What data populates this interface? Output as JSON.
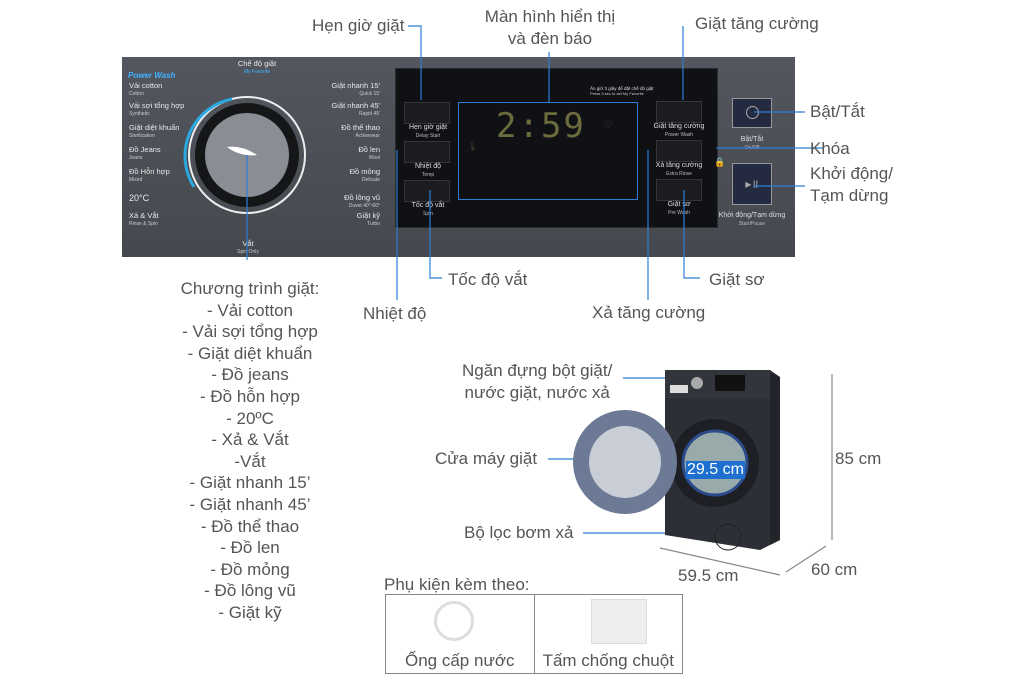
{
  "callouts": {
    "delay": "Hẹn giờ giặt",
    "display": [
      "Màn hình hiển thị",
      "và đèn báo"
    ],
    "power_wash": "Giặt tăng cường",
    "power": "Bật/Tắt",
    "lock": "Khóa",
    "start": [
      "Khởi động/",
      "Tạm dừng"
    ],
    "spin": "Tốc độ vắt",
    "prewash": "Giặt sơ",
    "temp": "Nhiệt độ",
    "extra_rinse": "Xả tăng cường",
    "detergent": [
      "Ngăn đựng bột giặt/",
      "nước giặt, nước xả"
    ],
    "door": "Cửa máy giặt",
    "filter": "Bộ lọc bơm xả"
  },
  "panel": {
    "brand_mode": "Power Wash",
    "favorite": {
      "vi": "Chế độ giặt",
      "en": "My Favorite"
    },
    "left_programs": [
      {
        "vi": "Vải cotton",
        "en": "Cotton"
      },
      {
        "vi": "Vải sợi tổng hợp",
        "en": "Synthetic"
      },
      {
        "vi": "Giặt diệt khuẩn",
        "en": "Sterilization"
      },
      {
        "vi": "Đồ Jeans",
        "en": "Jeans"
      },
      {
        "vi": "Đồ Hỗn hợp",
        "en": "Mixed"
      },
      {
        "vi": "20°C",
        "en": ""
      },
      {
        "vi": "Xả & Vắt",
        "en": "Rinse & Spin"
      }
    ],
    "right_programs": [
      {
        "vi": "Giặt nhanh 15'",
        "en": "Quick 15'"
      },
      {
        "vi": "Giặt nhanh 45'",
        "en": "Rapid 45'"
      },
      {
        "vi": "Đồ thể thao",
        "en": "Activewear"
      },
      {
        "vi": "Đồ len",
        "en": "Wool"
      },
      {
        "vi": "Đồ mỏng",
        "en": "Delicate"
      },
      {
        "vi": "Đồ lông vũ",
        "en": "Duvet 40°-60°"
      },
      {
        "vi": "Giặt kỹ",
        "en": "Turbo"
      }
    ],
    "bottom_program": {
      "vi": "Vắt",
      "en": "Spin Only"
    },
    "hint": {
      "vi": "Ấn giữ 3 giây để đặt chế độ giặt",
      "en": "Press 3 sec to set My Favorite"
    },
    "display_time": "2:59",
    "buttons_left": [
      {
        "vi": "Hẹn giờ giặt",
        "en": "Delay Start"
      },
      {
        "vi": "Nhiệt độ",
        "en": "Temp"
      },
      {
        "vi": "Tốc độ vắt",
        "en": "Spin"
      }
    ],
    "buttons_right": [
      {
        "vi": "Giặt tăng cường",
        "en": "Power Wash"
      },
      {
        "vi": "Xả tăng cường",
        "en": "Extra Rinse"
      },
      {
        "vi": "Giặt sơ",
        "en": "Pre Wash"
      }
    ],
    "power_btn": {
      "vi": "Bật/Tắt",
      "en": "On/Off"
    },
    "start_btn": {
      "vi": "Khởi động/Tạm dừng",
      "en": "Start/Pause"
    },
    "accent": "#2aa8e0"
  },
  "programs": {
    "title": "Chương trình giặt:",
    "items": [
      "- Vải cotton",
      "- Vải sợi tổng hợp",
      "- Giặt diệt khuẩn",
      "- Đồ jeans",
      "- Đồ hỗn hợp",
      "- 20ºC",
      "- Xả & Vắt",
      "-Vắt",
      "- Giặt nhanh 15’",
      "- Giặt nhanh 45’",
      "- Đồ thể thao",
      "- Đồ len",
      "- Đồ mỏng",
      "- Đồ lông vũ",
      "- Giặt kỹ"
    ]
  },
  "dimensions": {
    "height": "85 cm",
    "width": "59.5 cm",
    "depth": "60 cm",
    "door": "29.5 cm"
  },
  "accessories": {
    "title": "Phụ kiện kèm theo:",
    "items": [
      "Ống cấp nước",
      "Tấm chống chuột"
    ]
  },
  "colors": {
    "callout_line": "#2a7fd4",
    "panel": "#4a4d55",
    "machine": "#2d2f36"
  }
}
